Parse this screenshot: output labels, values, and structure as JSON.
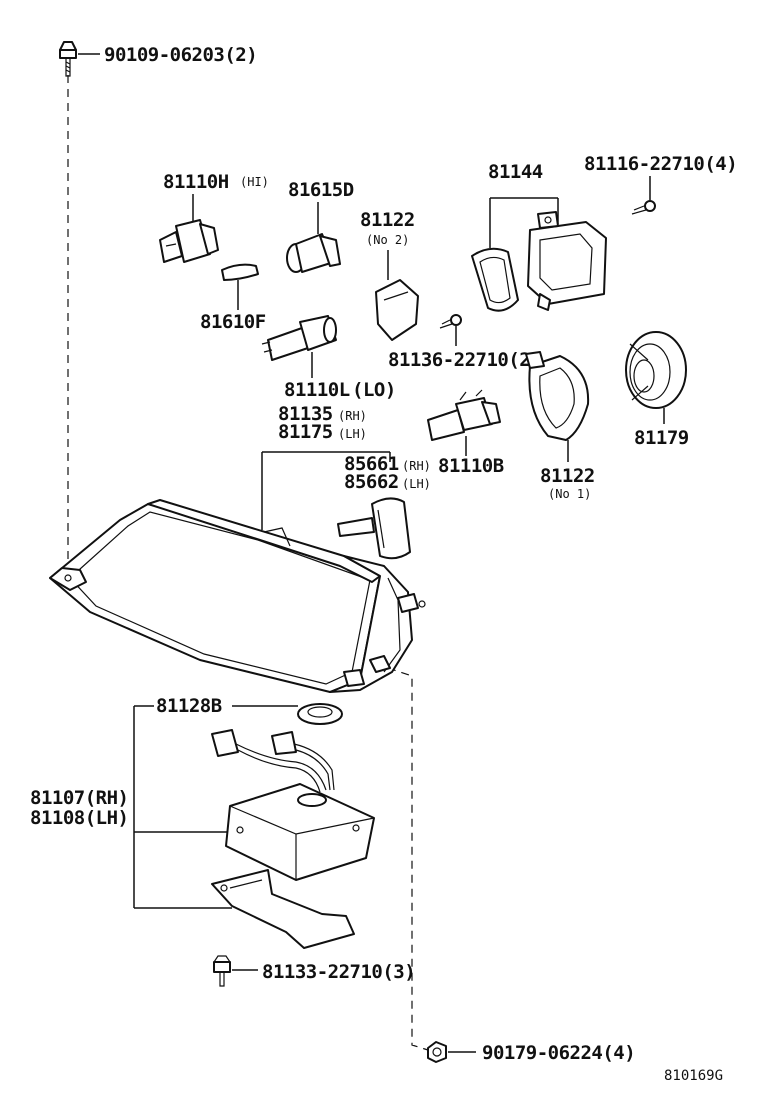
{
  "labels": {
    "bolt_top": "90109-06203(2)",
    "bulb_hi": "81110H",
    "bulb_hi_sub": "(HI)",
    "socket_d": "81615D",
    "bulb_f": "81610F",
    "cover_no2": "81122",
    "cover_no2_sub": "(No 2)",
    "gasket": "81144",
    "screw_top": "81116-22710(4)",
    "screw_mid": "81136-22710(2)",
    "bulb_lo": "81110L",
    "bulb_lo_sub": "(LO)",
    "lamp_rh": "81135",
    "lamp_rh_sub": "(RH)",
    "lamp_lh": "81175",
    "lamp_lh_sub": "(LH)",
    "socket_rh": "85661",
    "socket_rh_sub": "(RH)",
    "socket_lh": "85662",
    "socket_lh_sub": "(LH)",
    "bulb_b": "81110B",
    "cover_no1": "81122",
    "cover_no1_sub": "(No 1)",
    "cap": "81179",
    "grommet": "81128B",
    "ballast_rh": "81107(RH)",
    "ballast_lh": "81108(LH)",
    "screw_bottom": "81133-22710(3)",
    "nut_bottom": "90179-06224(4)",
    "diagram_ref": "810169G"
  }
}
